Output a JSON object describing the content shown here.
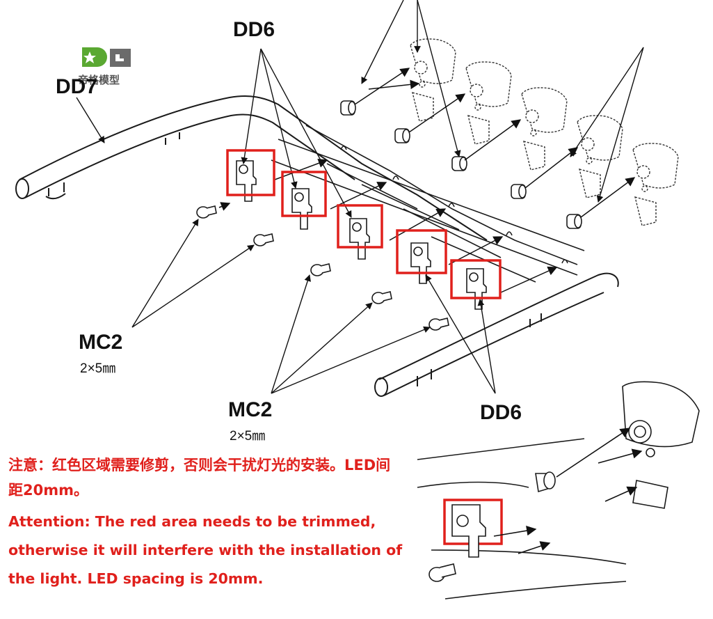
{
  "labels": {
    "dd6_top": "DD6",
    "dd7": "DD7",
    "mc2_left": "MC2",
    "mc2_left_size": "2×5㎜",
    "mc2_center": "MC2",
    "mc2_center_size": "2×5㎜",
    "dd6_bottom": "DD6"
  },
  "logo": {
    "text": "帝格模型"
  },
  "notes": {
    "chinese": "注意：红色区域需要修剪，否则会干扰灯光的安装。LED间距20mm。",
    "english": "Attention: The red area needs to be trimmed, otherwise it will interfere with the installation of the light. LED spacing is 20mm."
  },
  "colors": {
    "highlight": "#e0201c",
    "line_art": "#1a1a1a",
    "logo_green": "#5aa832",
    "logo_gray": "#6b6b6b"
  }
}
